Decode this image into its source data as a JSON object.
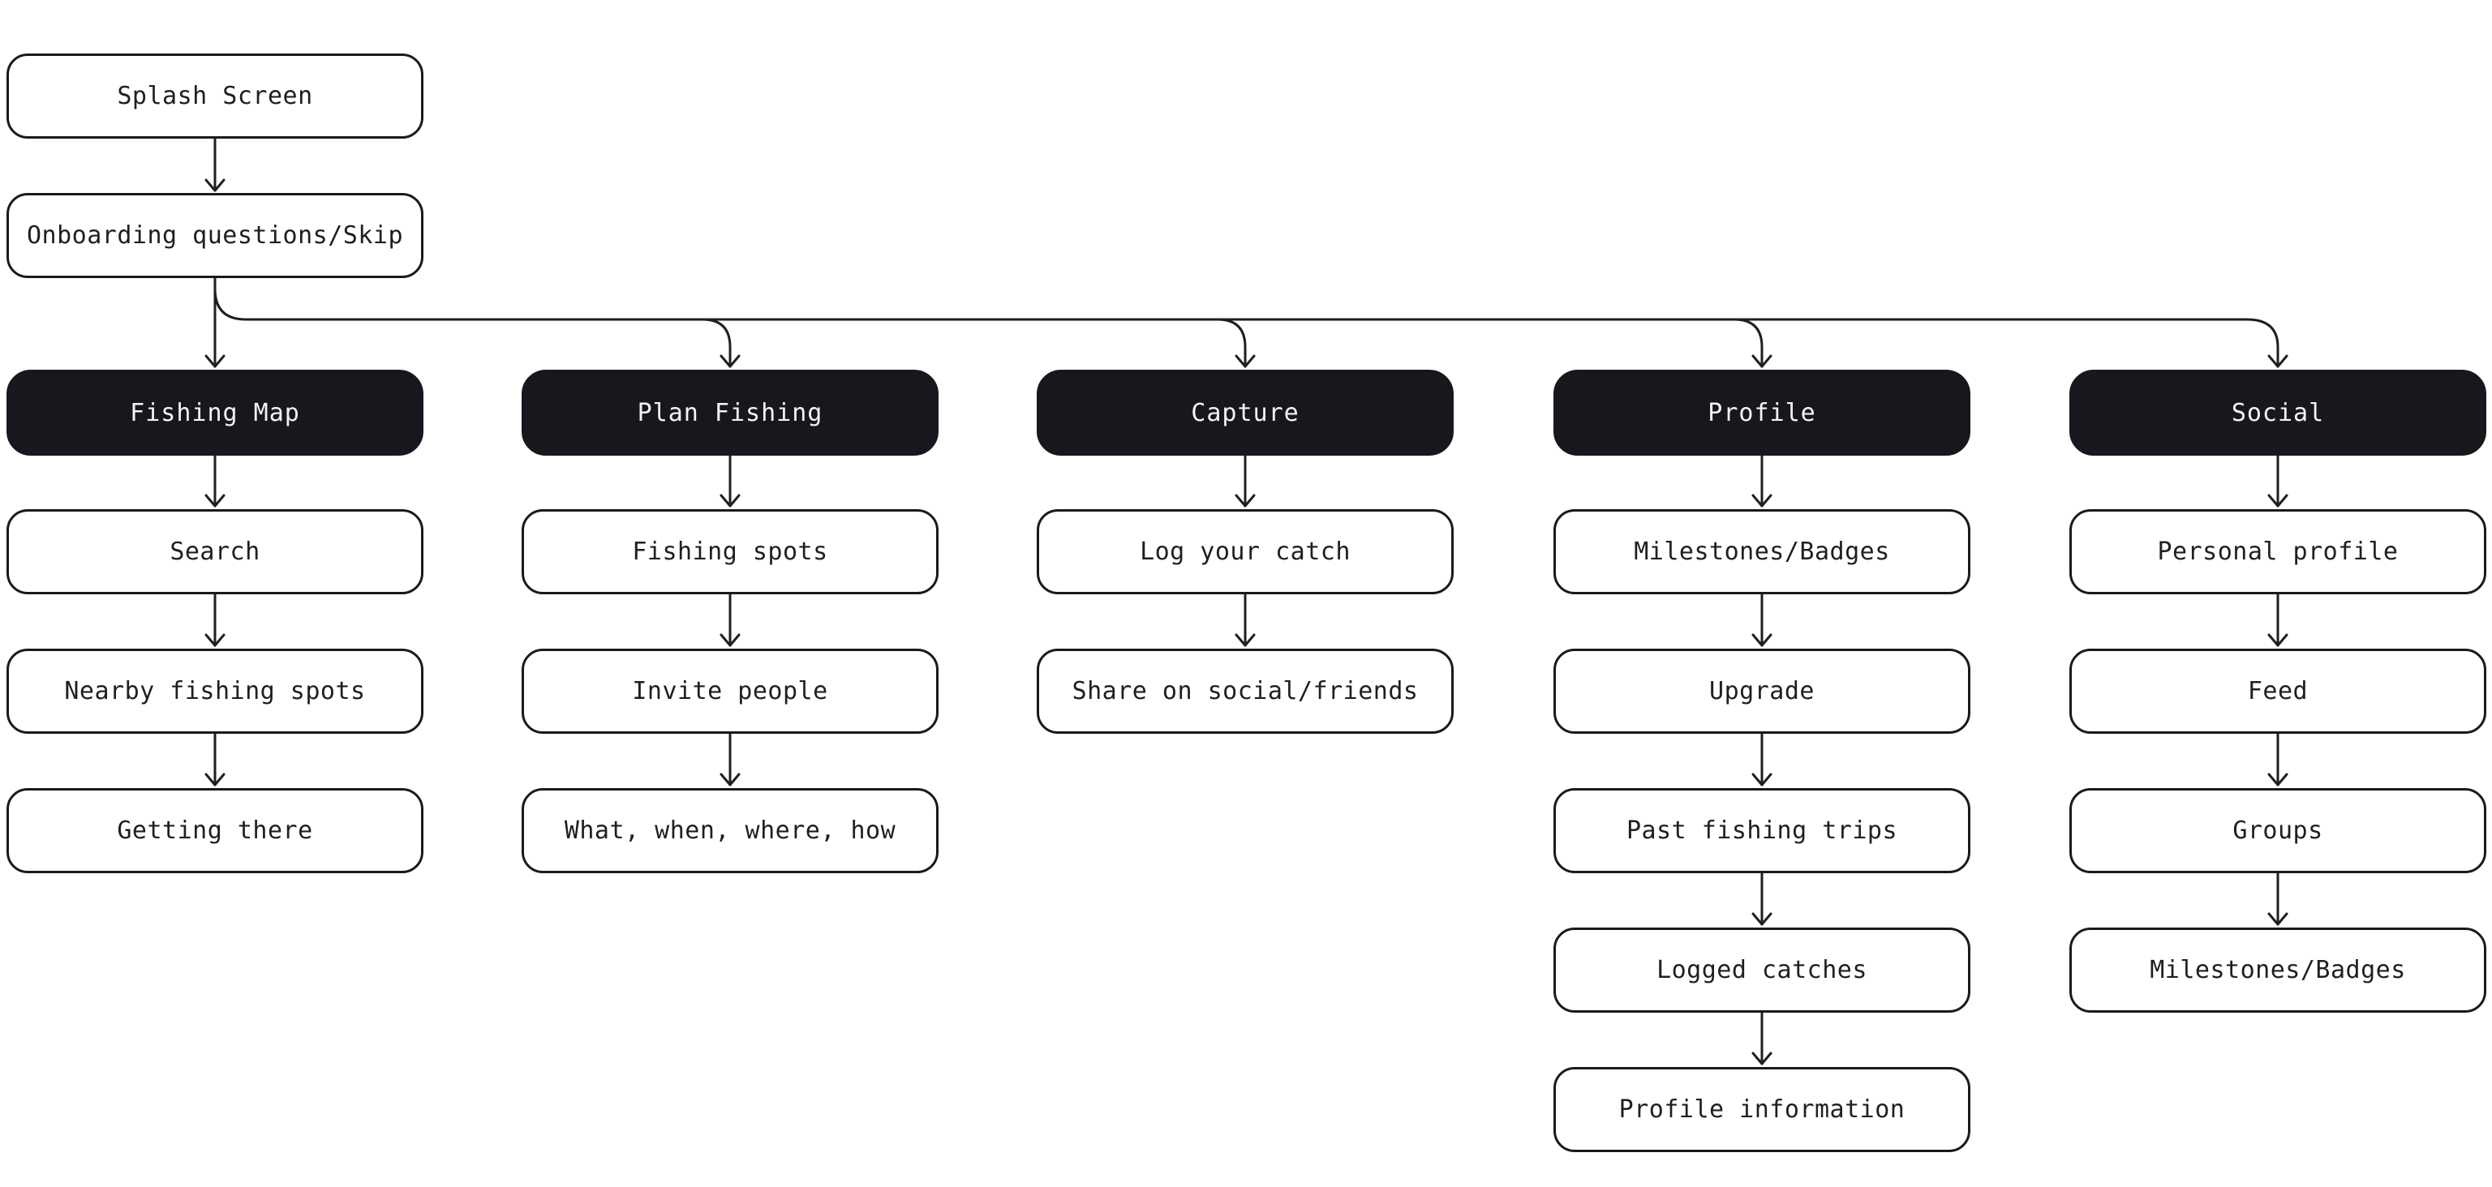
{
  "diagram": {
    "intro": [
      {
        "label": "Splash Screen"
      },
      {
        "label": "Onboarding questions/Skip"
      }
    ],
    "columns": [
      {
        "header": {
          "label": "Fishing Map"
        },
        "children": [
          {
            "label": "Search"
          },
          {
            "label": "Nearby fishing spots"
          },
          {
            "label": "Getting there"
          }
        ]
      },
      {
        "header": {
          "label": "Plan Fishing"
        },
        "children": [
          {
            "label": "Fishing spots"
          },
          {
            "label": "Invite people"
          },
          {
            "label": "What, when, where, how"
          }
        ]
      },
      {
        "header": {
          "label": "Capture"
        },
        "children": [
          {
            "label": "Log your catch"
          },
          {
            "label": "Share on social/friends"
          }
        ]
      },
      {
        "header": {
          "label": "Profile"
        },
        "children": [
          {
            "label": "Milestones/Badges"
          },
          {
            "label": "Upgrade"
          },
          {
            "label": "Past fishing trips"
          },
          {
            "label": "Logged catches"
          },
          {
            "label": "Profile information"
          }
        ]
      },
      {
        "header": {
          "label": "Social"
        },
        "children": [
          {
            "label": "Personal profile"
          },
          {
            "label": "Feed"
          },
          {
            "label": "Groups"
          },
          {
            "label": "Milestones/Badges"
          }
        ]
      }
    ],
    "colors": {
      "background": "#ffffff",
      "node_fill": "#ffffff",
      "node_border": "#1a1a1a",
      "node_text": "#1f1f1f",
      "header_fill": "#16181d",
      "header_text": "#f4f4f4",
      "connector": "#1f1f1f"
    }
  }
}
